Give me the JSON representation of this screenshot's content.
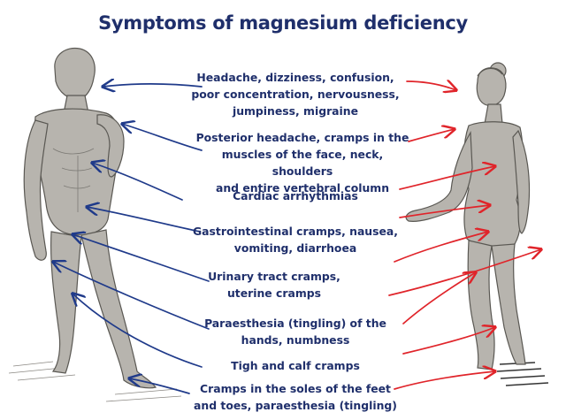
{
  "title": "Symptoms of magnesium deficiency",
  "symptoms": [
    "Headache, dizziness, confusion,\npoor concentration, nervousness,\njumpiness, migraine",
    "Posterior headache, cramps in the\nmuscles of the face, neck, shoulders\nand entire vertebral column",
    "Cardiac arrhythmias",
    "Gastrointestinal cramps, nausea,\nvomiting, diarrhoea",
    "Urinary tract cramps,\nuterine cramps",
    "Paraesthesia (tingling) of the\nhands, numbness",
    "Tigh and calf cramps",
    "Cramps in the soles of the feet\nand toes, paraesthesia (tingling)"
  ],
  "colors": {
    "title": "#1f2f6b",
    "left_arrows": "#1f3a8a",
    "right_arrows": "#e0242a",
    "figure_fill": "#b7b4ae",
    "figure_stroke": "#5a5853"
  }
}
